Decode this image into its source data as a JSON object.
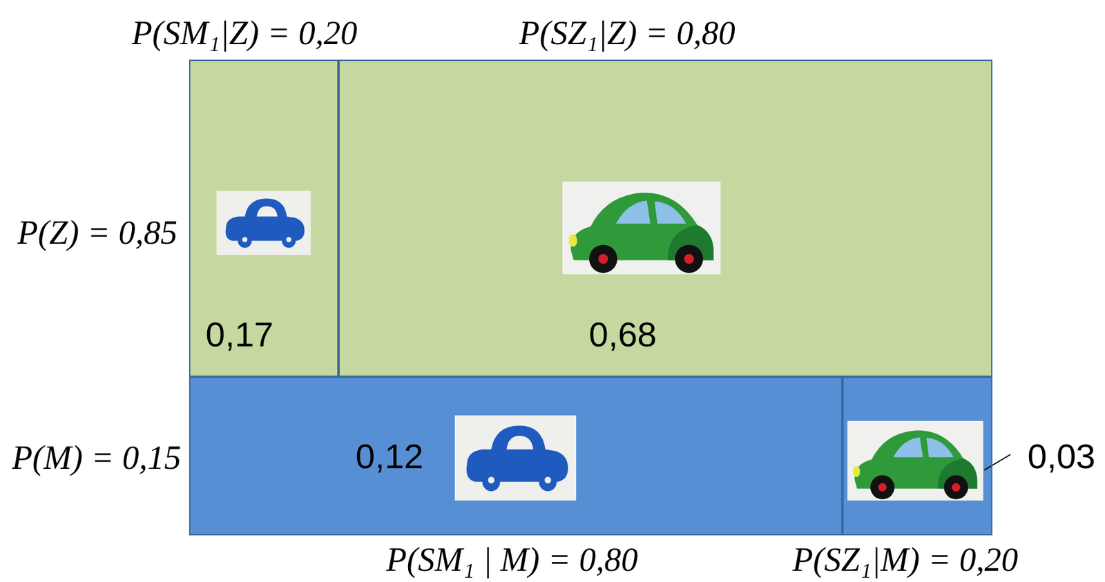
{
  "diagram": {
    "nodes": [
      {
        "text": [
          "0,17"
        ]
      },
      {
        "text": [
          "0,68"
        ]
      },
      {
        "text": [
          "0,12"
        ]
      },
      {
        "text": [
          "0,03"
        ]
      }
    ],
    "labels": [
      "P(SM₁|Z) = 0,20",
      "P(SZ₁|Z) = 0,80",
      "P(Z) = 0,85",
      "P(M) = 0,15",
      "P(SM₁ | M) = 0,80",
      "P(SZ₁|M) = 0,20"
    ]
  }
}
